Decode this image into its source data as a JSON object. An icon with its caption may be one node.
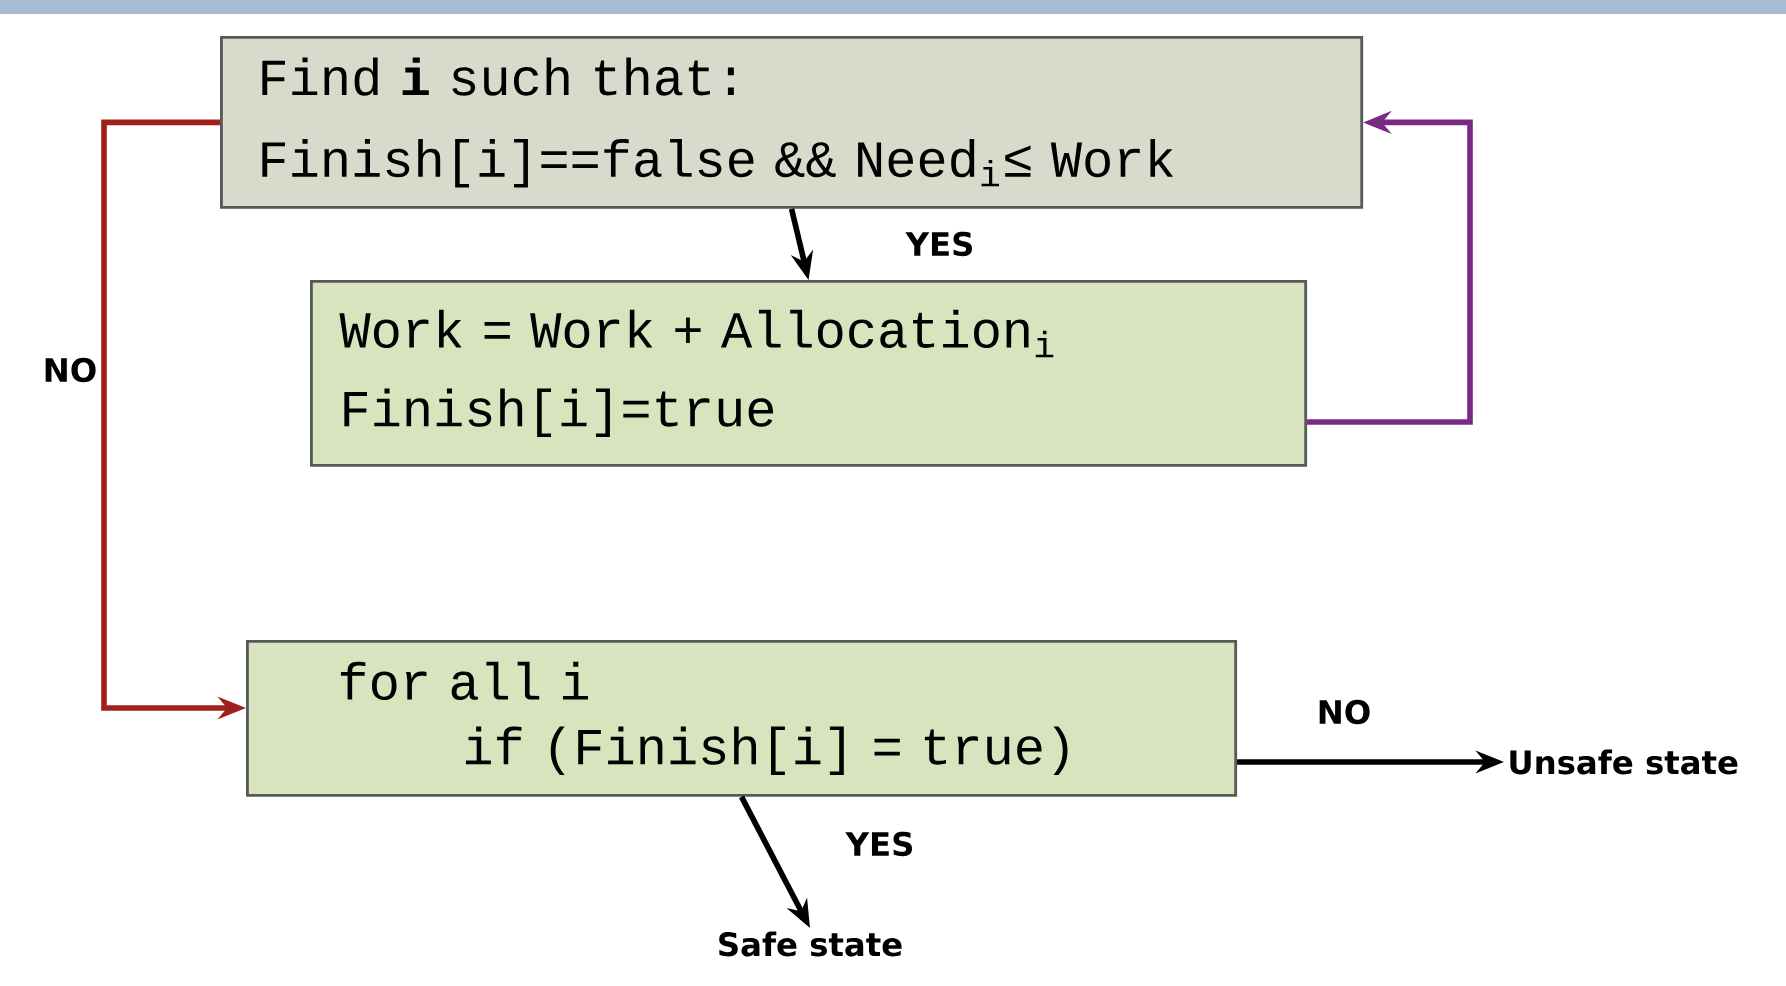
{
  "diagram": {
    "nodes": [
      {
        "text": [
          "Find **i** such that:",
          "Finish[i]==false && Need$_{i}$≤ Work"
        ]
      },
      {
        "text": [
          "Work = Work + Allocation$_{i}$",
          "Finish[i]=true"
        ]
      },
      {
        "text": [
          "for all i",
          "if (Finish[i] = true)"
        ]
      },
      {
        "text": [
          "Unsafe state"
        ]
      },
      {
        "text": [
          "Safe state"
        ]
      }
    ],
    "edges": [
      {
        "from": 0,
        "to": 1,
        "arrow": "to",
        "label": "YES"
      },
      {
        "from": 1,
        "to": 0,
        "arrow": "to",
        "color": "#7a2a82"
      },
      {
        "from": 0,
        "to": 2,
        "arrow": "to",
        "label": "NO",
        "color": "#a0201c"
      },
      {
        "from": 2,
        "to": 3,
        "arrow": "to",
        "label": "NO"
      },
      {
        "from": 2,
        "to": 4,
        "arrow": "to",
        "label": "YES"
      }
    ]
  }
}
